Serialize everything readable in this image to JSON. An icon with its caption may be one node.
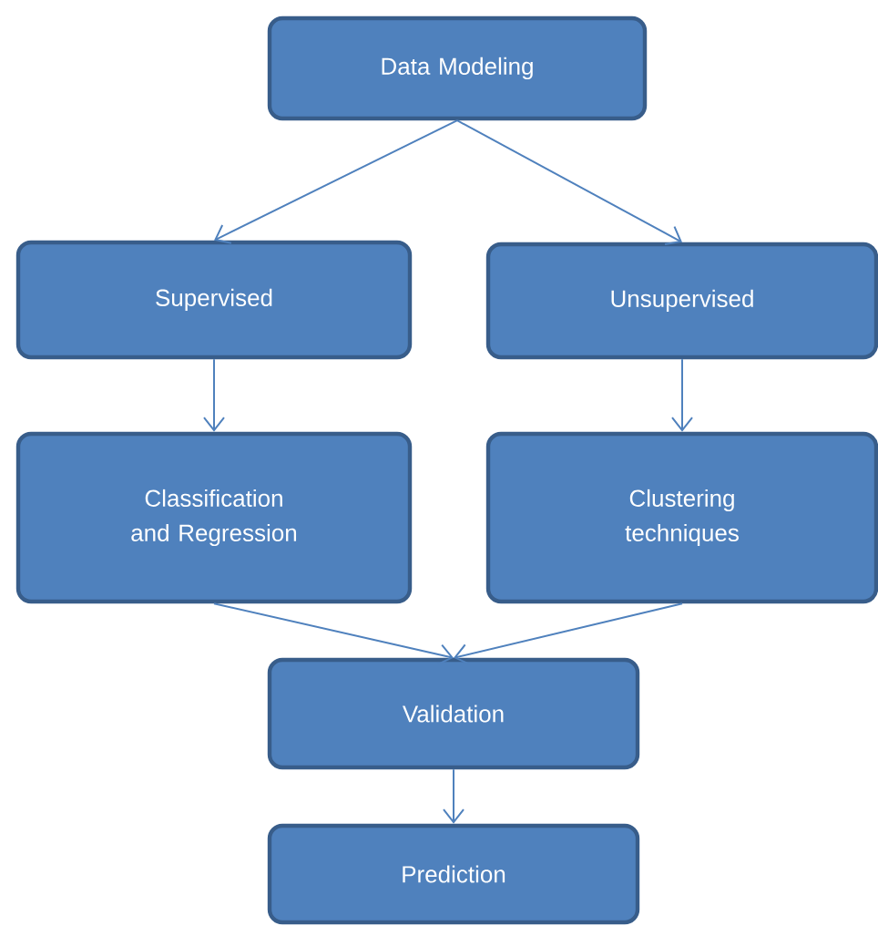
{
  "diagram": {
    "nodes": [
      {
        "text": [
          "Data Modeling"
        ]
      },
      {
        "text": [
          "Supervised"
        ]
      },
      {
        "text": [
          "Unsupervised"
        ]
      },
      {
        "text": [
          "Classification and Regression"
        ]
      },
      {
        "text": [
          "Clustering techniques"
        ]
      },
      {
        "text": [
          "Validation"
        ]
      },
      {
        "text": [
          "Prediction"
        ]
      }
    ],
    "edges": [
      {
        "from": 0,
        "to": 1,
        "arrow": "to"
      },
      {
        "from": 0,
        "to": 2,
        "arrow": "to"
      },
      {
        "from": 1,
        "to": 3,
        "arrow": "to"
      },
      {
        "from": 2,
        "to": 4,
        "arrow": "to"
      },
      {
        "from": 3,
        "to": 5,
        "arrow": "to"
      },
      {
        "from": 4,
        "to": 5,
        "arrow": "to"
      },
      {
        "from": 5,
        "to": 6,
        "arrow": "to"
      }
    ]
  }
}
